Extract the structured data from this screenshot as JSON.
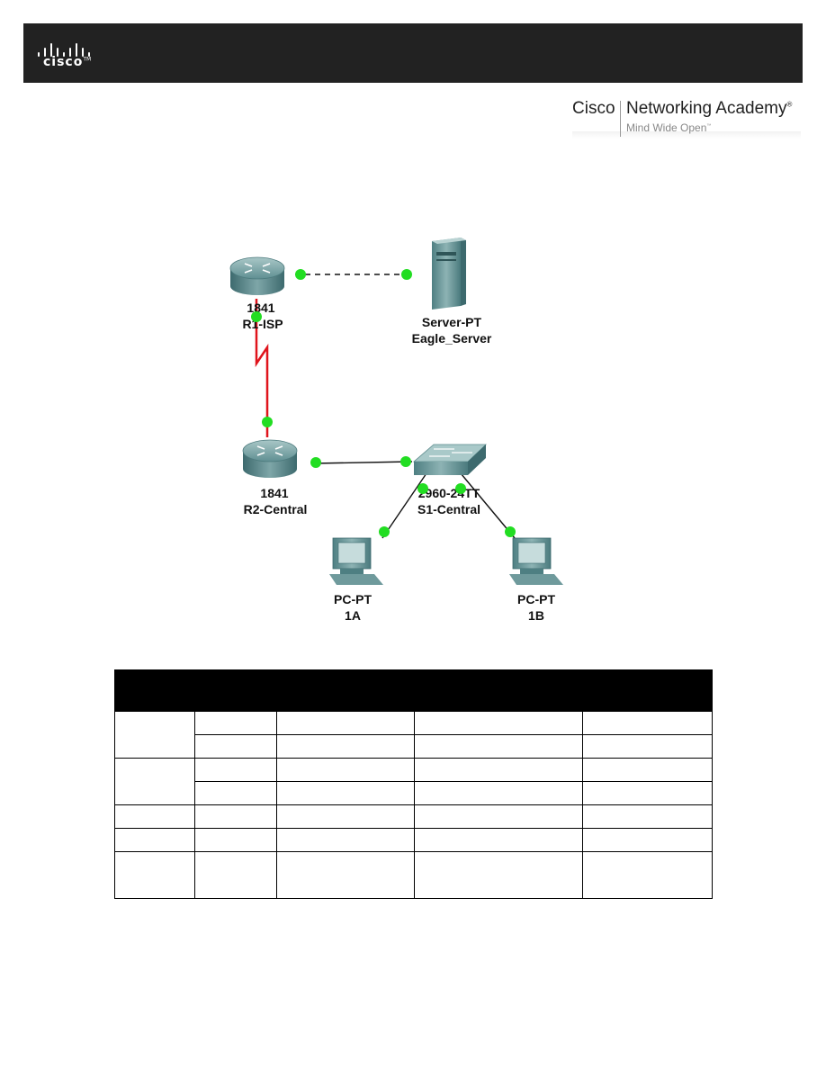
{
  "header": {
    "brand": "cisco",
    "trademark": "TM"
  },
  "academy": {
    "company": "Cisco",
    "name": "Networking Academy",
    "registered": "®",
    "tagline": "Mind Wide Open",
    "tagline_tm": "™"
  },
  "topology": {
    "devices": [
      {
        "id": "r1",
        "model": "1841",
        "name": "R1-ISP",
        "icon": "router-icon"
      },
      {
        "id": "server",
        "model": "Server-PT",
        "name": "Eagle_Server",
        "icon": "server-icon"
      },
      {
        "id": "r2",
        "model": "1841",
        "name": "R2-Central",
        "icon": "router-icon"
      },
      {
        "id": "s1",
        "model": "2960-24TT",
        "name": "S1-Central",
        "icon": "switch-icon"
      },
      {
        "id": "pc1a",
        "model": "PC-PT",
        "name": "1A",
        "icon": "pc-icon"
      },
      {
        "id": "pc1b",
        "model": "PC-PT",
        "name": "1B",
        "icon": "pc-icon"
      }
    ],
    "links": [
      {
        "from": "r1",
        "to": "server",
        "type": "crossover",
        "color": "#111111"
      },
      {
        "from": "r1",
        "to": "r2",
        "type": "serial",
        "color": "#e0141c"
      },
      {
        "from": "r2",
        "to": "s1",
        "type": "straight",
        "color": "#111111"
      },
      {
        "from": "s1",
        "to": "pc1a",
        "type": "straight",
        "color": "#111111"
      },
      {
        "from": "s1",
        "to": "pc1b",
        "type": "straight",
        "color": "#111111"
      }
    ],
    "link_status_color": "#22dd22"
  },
  "addressing_table": {
    "header_color": "#000000",
    "rows": [
      [
        "",
        "",
        "",
        "",
        ""
      ],
      [
        "",
        "",
        "",
        "",
        ""
      ],
      [
        "",
        "",
        "",
        "",
        ""
      ],
      [
        "",
        "",
        "",
        "",
        ""
      ],
      [
        "",
        "",
        "",
        "",
        ""
      ],
      [
        "",
        "",
        "",
        "",
        ""
      ],
      [
        "",
        "",
        "",
        "",
        ""
      ]
    ]
  }
}
